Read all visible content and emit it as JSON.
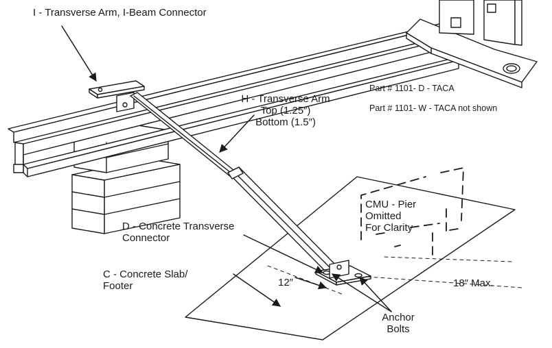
{
  "labels": {
    "i_arm": "I - Transverse Arm, I-Beam Connector",
    "h_arm": "H - Transverse Arm",
    "h_top": "Top (1.25″)",
    "h_bottom": "Bottom (1.5″)",
    "part_d": "Part # 1101- D - TACA",
    "part_w": "Part # 1101- W - TACA not shown",
    "cmu_line1": "CMU - Pier",
    "cmu_line2": "Omitted",
    "cmu_line3": "For Clarity",
    "d_line1": "D - Concrete Transverse",
    "d_line2": "Connector",
    "c_line1": "C - Concrete Slab/",
    "c_line2": "Footer",
    "dim_12": "12″",
    "dim_18": "18″ Max.",
    "anchor_line1": "Anchor",
    "anchor_line2": "Bolts"
  },
  "colors": {
    "line": "#1a1a1a",
    "fill": "#ffffff"
  }
}
